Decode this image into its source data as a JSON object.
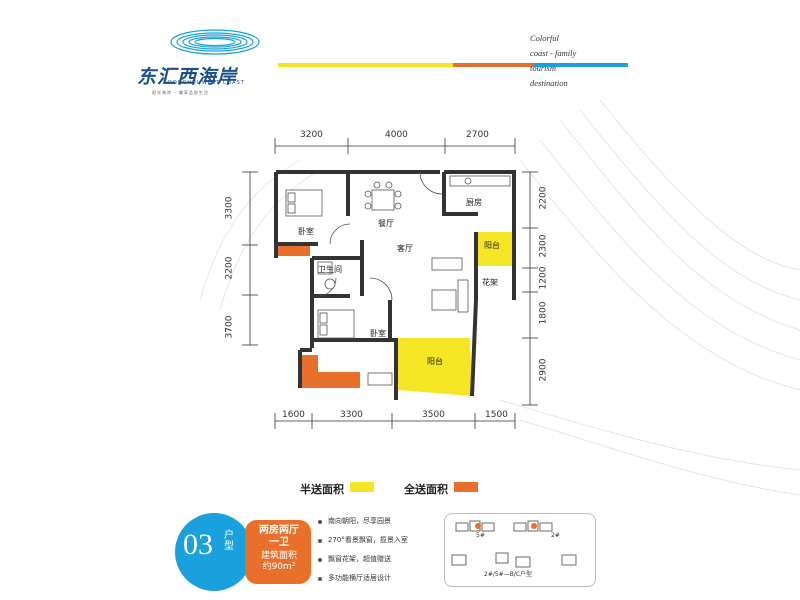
{
  "brand": {
    "name_cn": "东汇西海岸",
    "name_en": "DONGHUI WEST COAST",
    "tagline": "阳光海岸 · 尊享品质生活"
  },
  "slogan": [
    "Colorful",
    "coast - family",
    "tourism",
    "destination"
  ],
  "colors": {
    "blue": "#1aa0dc",
    "yellow": "#f5e625",
    "orange": "#e9702a",
    "wall": "#333333"
  },
  "dimensions": {
    "top": [
      "3200",
      "4000",
      "2700"
    ],
    "bottom": [
      "1600",
      "3300",
      "3500",
      "1500"
    ],
    "left": [
      "3300",
      "2200",
      "3700"
    ],
    "right": [
      "2200",
      "2300",
      "1200",
      "1800",
      "2900"
    ]
  },
  "rooms": {
    "bedroom1": "卧室",
    "dining": "餐厅",
    "kitchen": "厨房",
    "living": "客厅",
    "balcony_small": "阳台",
    "bathroom": "卫生间",
    "garden": "花架",
    "bedroom2": "卧室",
    "balcony_large": "阳台"
  },
  "legend": {
    "half": "半送面积",
    "full": "全送面积"
  },
  "unit": {
    "number": "03",
    "type_suffix": "户型",
    "title_line1": "两房两厅",
    "title_line2": "一卫",
    "area_label": "建筑面积",
    "area_value": "约90m²"
  },
  "features": [
    "南向朝阳，尽享园景",
    "270°看景飘窗，揽景入室",
    "飘窗花架，超值赠送",
    "多功能横厅适居设计"
  ],
  "keyplan": {
    "label_5": "5#",
    "label_2": "2#",
    "caption": "2#/5#—B/C户型"
  }
}
